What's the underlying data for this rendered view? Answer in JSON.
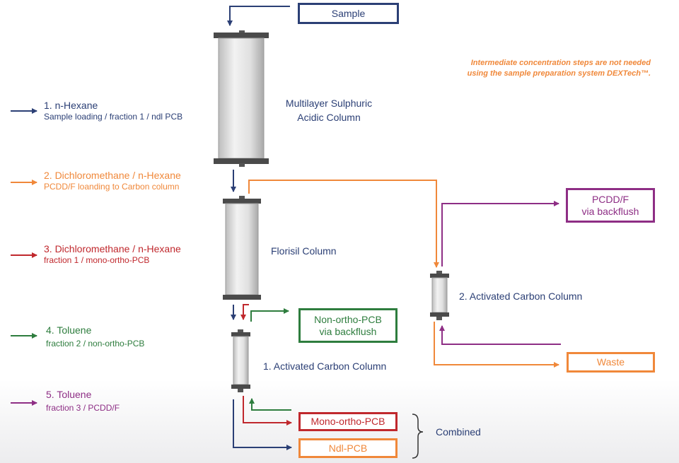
{
  "colors": {
    "blue": "#2b3f75",
    "orange": "#f0883a",
    "red": "#c0282d",
    "green": "#2e7d3e",
    "purple": "#8e2e85",
    "column_body": "#e4e4e4"
  },
  "note": {
    "line1": "Intermediate concentration steps are not needed",
    "line2": "using the sample preparation system DEXTech™."
  },
  "steps": [
    {
      "title": "1. n-Hexane",
      "sub": "Sample loading / fraction 1 / ndl PCB",
      "color": "blue"
    },
    {
      "title": "2. Dichloromethane / n-Hexane",
      "sub": "PCDD/F loanding to Carbon column",
      "color": "orange"
    },
    {
      "title": "3. Dichloromethane / n-Hexane",
      "sub": "fraction 1 / mono-ortho-PCB",
      "color": "red"
    },
    {
      "title": "4. Toluene",
      "sub": "fraction 2 / non-ortho-PCB",
      "color": "green"
    },
    {
      "title": "5. Toluene",
      "sub": "fraction 3 / PCDD/F",
      "color": "purple"
    }
  ],
  "columns": {
    "multilayer": {
      "line1": "Multilayer Sulphuric",
      "line2": "Acidic Column"
    },
    "florisil": {
      "label": "Florisil Column"
    },
    "carbon1": {
      "label": "1. Activated Carbon Column"
    },
    "carbon2": {
      "label": "2. Activated Carbon Column"
    }
  },
  "boxes": {
    "sample": {
      "label": "Sample",
      "color": "blue"
    },
    "pcdd": {
      "line1": "PCDD/F",
      "line2": "via backflush",
      "color": "purple"
    },
    "nonortho": {
      "line1": "Non-ortho-PCB",
      "line2": "via backflush",
      "color": "green"
    },
    "waste": {
      "label": "Waste",
      "color": "orange"
    },
    "monoortho": {
      "label": "Mono-ortho-PCB",
      "color": "red"
    },
    "ndl": {
      "label": "Ndl-PCB",
      "color": "orange"
    }
  },
  "combined": {
    "label": "Combined"
  }
}
